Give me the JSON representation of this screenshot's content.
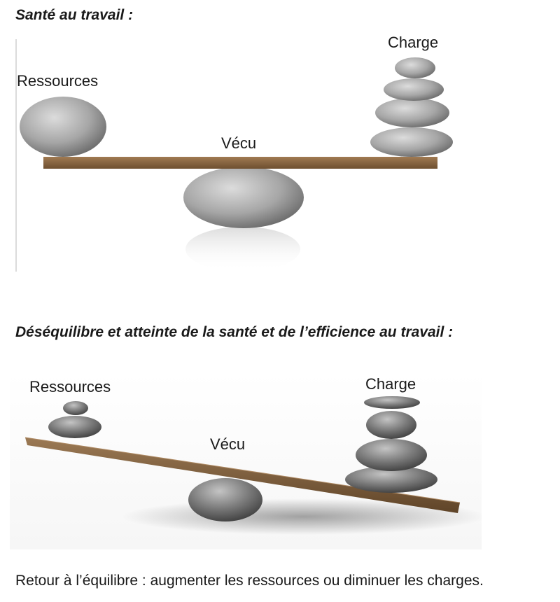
{
  "diagrams": [
    {
      "heading": "Santé au travail :",
      "left_label": "Ressources",
      "center_label": "Vécu",
      "right_label": "Charge"
    },
    {
      "heading": "Déséquilibre et atteinte de la santé et de l’efficience au travail :",
      "left_label": "Ressources",
      "center_label": "Vécu",
      "right_label": "Charge"
    }
  ],
  "footer": "Retour à l’équilibre : augmenter les ressources ou diminuer les charges.",
  "colors": {
    "plank": "#8a6440",
    "stone_light": "#a9a9a9",
    "stone_dark": "#585858"
  }
}
